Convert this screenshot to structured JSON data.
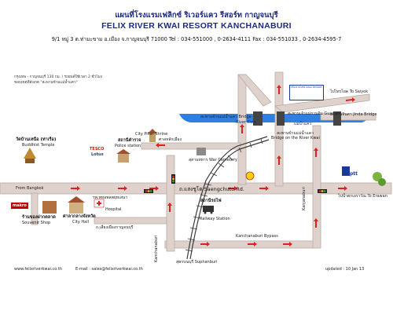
{
  "header": {
    "title_th": "แผนที่โรงแรมเฟลิกซ์ ริเวอร์แคว รีสอร์ท กาญจนบุรี",
    "title_en": "FELIX RIVER KWAI RESORT KANCHANABURI",
    "address": "9/1 หมู่ 3 ต.ท่ามะขาม อ.เมือง จ.กาญจนบุรี 71000 Tel : 034-551000 , 0-2634-4111 Fax : 034-551033 , 0-2634-4595-7"
  },
  "note": {
    "line1": "กรุงเทพ - กาญจนบุรี 130 กม. / รถยนต์ใช้เวลา 2 ชั่วโมง",
    "line2": "ขอบเขตที่สังเกต \"สะพานข้ามแม่น้ำแคว\""
  },
  "map": {
    "hotel_sign": "FELIX RIVER KWAI RESORT",
    "to_saiyok": "ไปไทรโยค To Saiyok",
    "kwai_bridge": "สะพานข้ามแม่น้ำแคว Bridge",
    "river_kwai": "River Kwai",
    "river_kwai_th": "แม่น้ำแคว",
    "bridge_on_river_kwai_th": "สะพานข้ามแม่น้ำแคว",
    "bridge_on_river_kwai": "Bridge on the River Kwai",
    "guan_im": "สะพานเจ้าแม่กวนอิม Guan Im",
    "jinda_bridge": "สะพานจินดา Jinda Bridge",
    "city_pillar": "City Pillar Shrine",
    "city_pillar_th": "ศาลหลักเมือง",
    "war_cemetery": "สุสานทหาร War Cemetery",
    "police_th": "สถานีตำรวจ",
    "police": "Police station",
    "buddhist_temple_th": "วัดบ้านเหนือ (ท่าเรือ)",
    "buddhist_temple": "Buddhist Temple",
    "from_bangkok": "From Bangkok",
    "saengchuto_rd": "ถ.แสงชูโต Saengchuto Rd.",
    "hospital_th": "รพ.พหลพลพยุหเสนา",
    "hospital": "Hospital",
    "city_hall_th": "ศาลากลางจังหวัด",
    "city_hall": "City Hall",
    "souvenir_th": "ร้านของฝากตลาด",
    "souvenir": "Souvenir Shop",
    "railway_th": "สถานีรถไฟ",
    "railway": "Railway Station",
    "bypass_th": "ถ.เลี่ยงเมืองกาญจนบุรี",
    "kanchanaburi_bypass": "Kanchanaburi Bypass",
    "suphanburi": "สุพรรณบุรี Suphanburi",
    "to_erawan": "ไปน้ำตกเอราวัณ To Erawan",
    "kanjanaburi_vertical": "Kanjanaburi",
    "hospital_plus": "+",
    "tesco": "TESCO",
    "lotus": "Lotus",
    "makro": "makro",
    "ptt": "ptt",
    "bypass_vertical": "Kanchanaburi"
  },
  "footer": {
    "website": "www.felixriverkwai.co.th",
    "email": "E-mail : sales@felixriverkwai.co.th",
    "updated": "updated : 10 Jan 13"
  },
  "colors": {
    "road": "#dfd2cc",
    "road_edge": "#b9aaa3",
    "river": "#2f7fe0",
    "arrow": "#e02020",
    "title": "#1c2a86",
    "rail": "#3a3a3a"
  }
}
